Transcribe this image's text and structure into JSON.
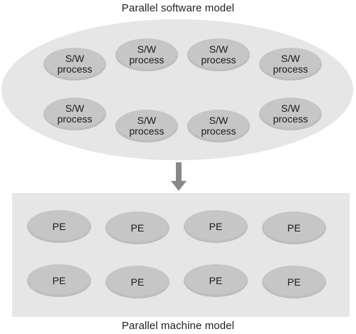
{
  "diagram": {
    "top_caption": "Parallel software model",
    "bottom_caption": "Parallel machine model",
    "software_processes": [
      {
        "label": "S/W\nprocess"
      },
      {
        "label": "S/W\nprocess"
      },
      {
        "label": "S/W\nprocess"
      },
      {
        "label": "S/W\nprocess"
      },
      {
        "label": "S/W\nprocess"
      },
      {
        "label": "S/W\nprocess"
      },
      {
        "label": "S/W\nprocess"
      },
      {
        "label": "S/W\nprocess"
      }
    ],
    "processing_elements": [
      {
        "label": "PE"
      },
      {
        "label": "PE"
      },
      {
        "label": "PE"
      },
      {
        "label": "PE"
      },
      {
        "label": "PE"
      },
      {
        "label": "PE"
      },
      {
        "label": "PE"
      },
      {
        "label": "PE"
      }
    ],
    "colors": {
      "container_fill": "#e6e6e6",
      "node_fill": "#c6c6c6",
      "arrow_fill": "#888888"
    }
  }
}
